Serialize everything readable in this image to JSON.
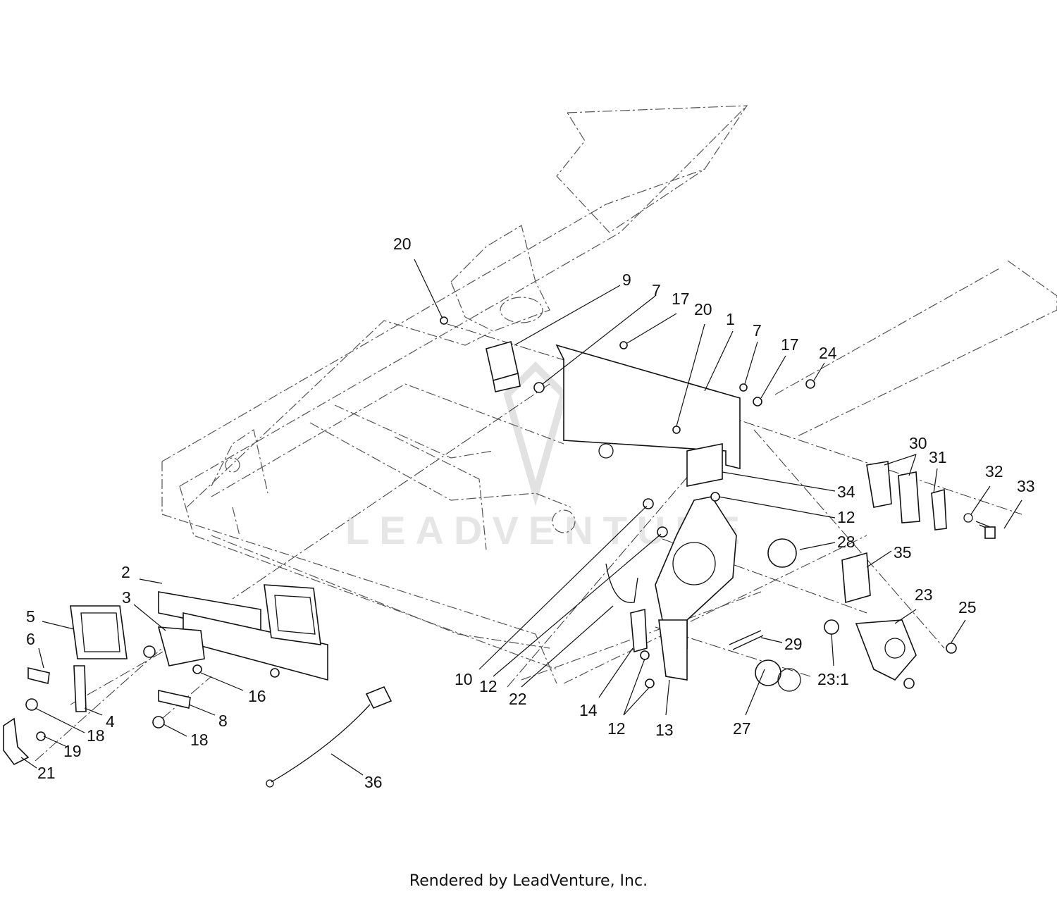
{
  "diagram": {
    "credit": "Rendered by LeadVenture, Inc.",
    "watermark": "LEADVENTURE",
    "callouts": [
      "20",
      "9",
      "7",
      "17",
      "20",
      "1",
      "7",
      "17",
      "24",
      "30",
      "31",
      "32",
      "33",
      "34",
      "12",
      "28",
      "35",
      "23",
      "25",
      "29",
      "23:1",
      "27",
      "10",
      "12",
      "22",
      "14",
      "12",
      "13",
      "2",
      "3",
      "5",
      "6",
      "4",
      "18",
      "19",
      "21",
      "16",
      "8",
      "18",
      "36"
    ]
  }
}
